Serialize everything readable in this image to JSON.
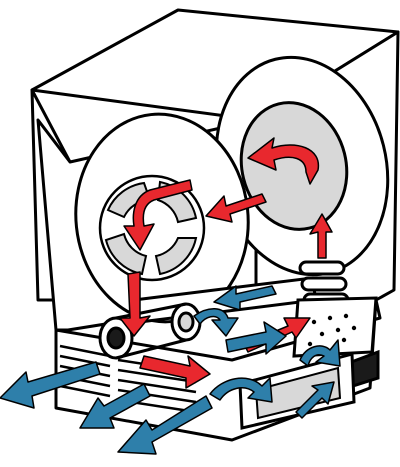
{
  "diagram": {
    "subject": "condenser-dryer-airflow-cutaway",
    "colors": {
      "outline": "#000000",
      "cabinet_fill": "#ffffff",
      "drum_fill": "#d8d8d8",
      "shadow": "#1a1a1a",
      "hot_air_arrow": "#e8282e",
      "cool_air_arrow": "#2e7faa"
    },
    "legend": {
      "hot_air": {
        "color_name": "red",
        "icon": "red-arrow-icon"
      },
      "cool_air": {
        "color_name": "blue",
        "icon": "blue-arrow-icon"
      }
    }
  }
}
